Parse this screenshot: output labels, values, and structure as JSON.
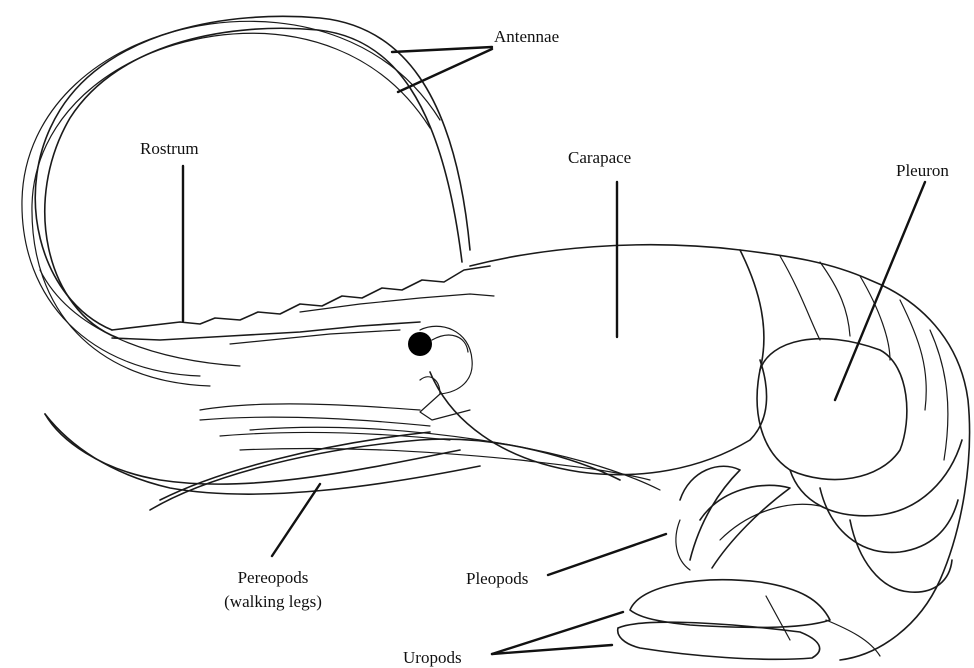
{
  "diagram": {
    "labels": {
      "antennae": "Antennae",
      "rostrum": "Rostrum",
      "carapace": "Carapace",
      "pleuron": "Pleuron",
      "pereopods_line1": "Pereopods",
      "pereopods_line2": "(walking legs)",
      "pleopods": "Pleopods",
      "uropods": "Uropods"
    },
    "colors": {
      "line": "#1a1a1a",
      "background": "#ffffff",
      "eye": "#000000"
    }
  }
}
